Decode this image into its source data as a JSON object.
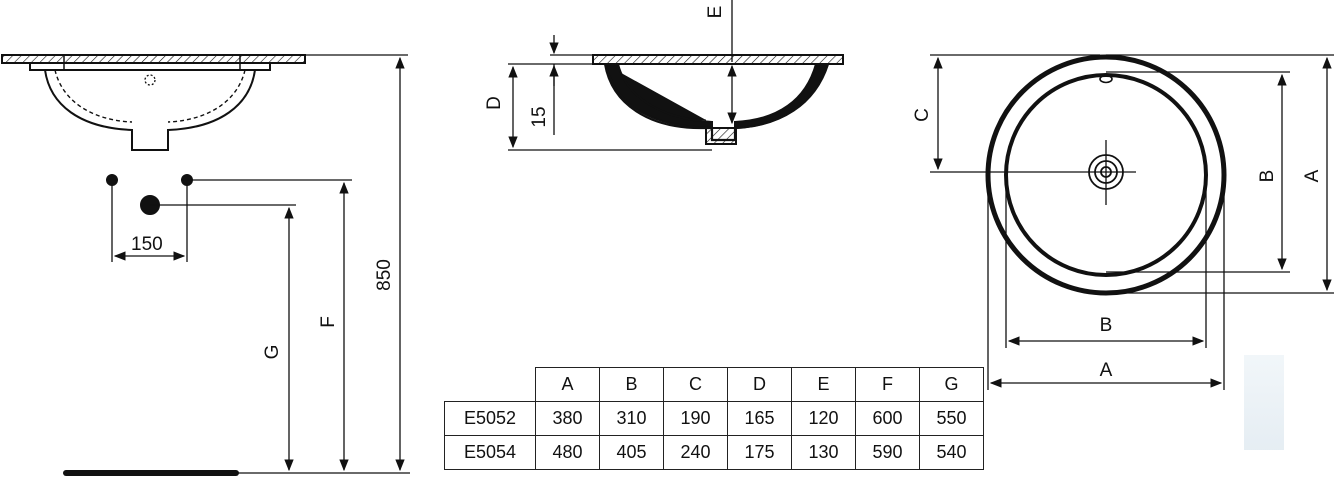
{
  "dimensions": {
    "hole_spacing": "150",
    "total_height": "850",
    "F": "F",
    "G": "G",
    "D": "D",
    "rim": "15",
    "E": "E",
    "C": "C",
    "B_right": "B",
    "A_right": "A",
    "B_bottom": "B",
    "A_bottom": "A"
  },
  "table": {
    "headers": [
      "A",
      "B",
      "C",
      "D",
      "E",
      "F",
      "G"
    ],
    "rows": [
      {
        "model": "E5052",
        "values": [
          "380",
          "310",
          "190",
          "165",
          "120",
          "600",
          "550"
        ]
      },
      {
        "model": "E5054",
        "values": [
          "480",
          "405",
          "240",
          "175",
          "130",
          "590",
          "540"
        ]
      }
    ]
  },
  "colors": {
    "line": "#1a1a1a",
    "watermark": "#dfe9f0"
  }
}
